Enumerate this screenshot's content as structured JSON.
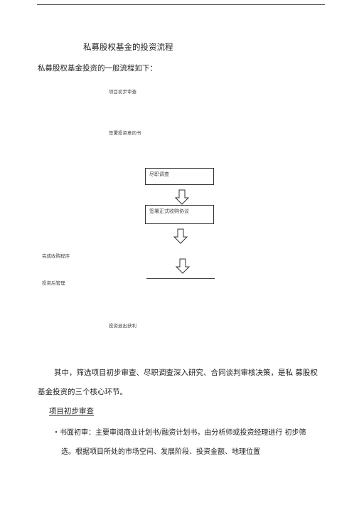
{
  "document": {
    "title": "私募股权基金的投资流程",
    "intro": "私募股权基金投资的一般流程如下：",
    "flow": {
      "step1": "项目初步审查",
      "step2": "签署投资意向书",
      "step3": "尽职调查",
      "step4": "签署正式收购协议",
      "step5": "完成收购程序",
      "step6": "投资后管理",
      "step7": "投资退出获利"
    },
    "paragraph_line1": "其中，筛选项目初步审查、尽职调查深入研究、合同谈判审核决策，是私 募股权",
    "paragraph_line2": "基金投资的三个核心环节。",
    "section_heading": "项目初步审查",
    "bullet_line1": "・书面初审：主要审阅商业计划书/融资计划书，由分析师或投资经理进行 初步筛",
    "bullet_line2": "选。根据项目所处的市场空间、发展阶段、投资金额、地理位置"
  }
}
